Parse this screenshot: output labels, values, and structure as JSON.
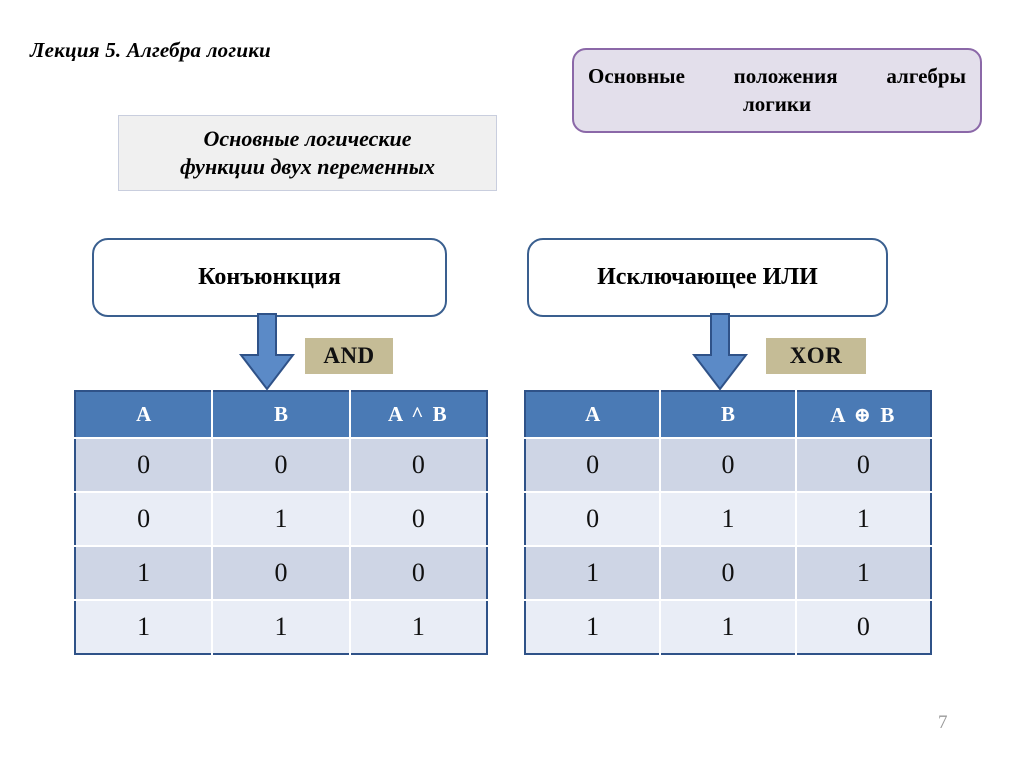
{
  "slide": {
    "title": "Лекция 5. Алгебра логики",
    "page_number": "7"
  },
  "caption_left": {
    "line1": "Основные логические",
    "line2": "функции двух переменных"
  },
  "caption_right": {
    "line1": "Основные положения алгебры",
    "line2": "логики"
  },
  "operations": [
    {
      "name": "Конъюнкция",
      "keyword": "AND",
      "arrow_icon": "down-block-arrow-icon",
      "table": {
        "headers": [
          "A",
          "B",
          "A ^ B"
        ],
        "result_symbol": "^",
        "rows": [
          [
            "0",
            "0",
            "0"
          ],
          [
            "0",
            "1",
            "0"
          ],
          [
            "1",
            "0",
            "0"
          ],
          [
            "1",
            "1",
            "1"
          ]
        ]
      }
    },
    {
      "name": "Исключающее ИЛИ",
      "keyword": "XOR",
      "arrow_icon": "down-block-arrow-icon",
      "table": {
        "headers": [
          "A",
          "B",
          "A ⊕ B"
        ],
        "result_symbol": "⊕",
        "rows": [
          [
            "0",
            "0",
            "0"
          ],
          [
            "0",
            "1",
            "1"
          ],
          [
            "1",
            "0",
            "1"
          ],
          [
            "1",
            "1",
            "0"
          ]
        ]
      }
    }
  ],
  "colors": {
    "table_header_bg": "#4a7ab5",
    "table_border": "#2f5288",
    "row_odd_bg": "#ced5e5",
    "row_even_bg": "#e9edf6",
    "op_box_border": "#3a5f8f",
    "purple_border": "#8b68a8",
    "purple_fill": "#e3dfeb",
    "keyword_bg": "#c5bc96",
    "arrow_fill": "#5b8ac7",
    "arrow_stroke": "#2f5288",
    "grey_fill": "#f0f0f0"
  }
}
